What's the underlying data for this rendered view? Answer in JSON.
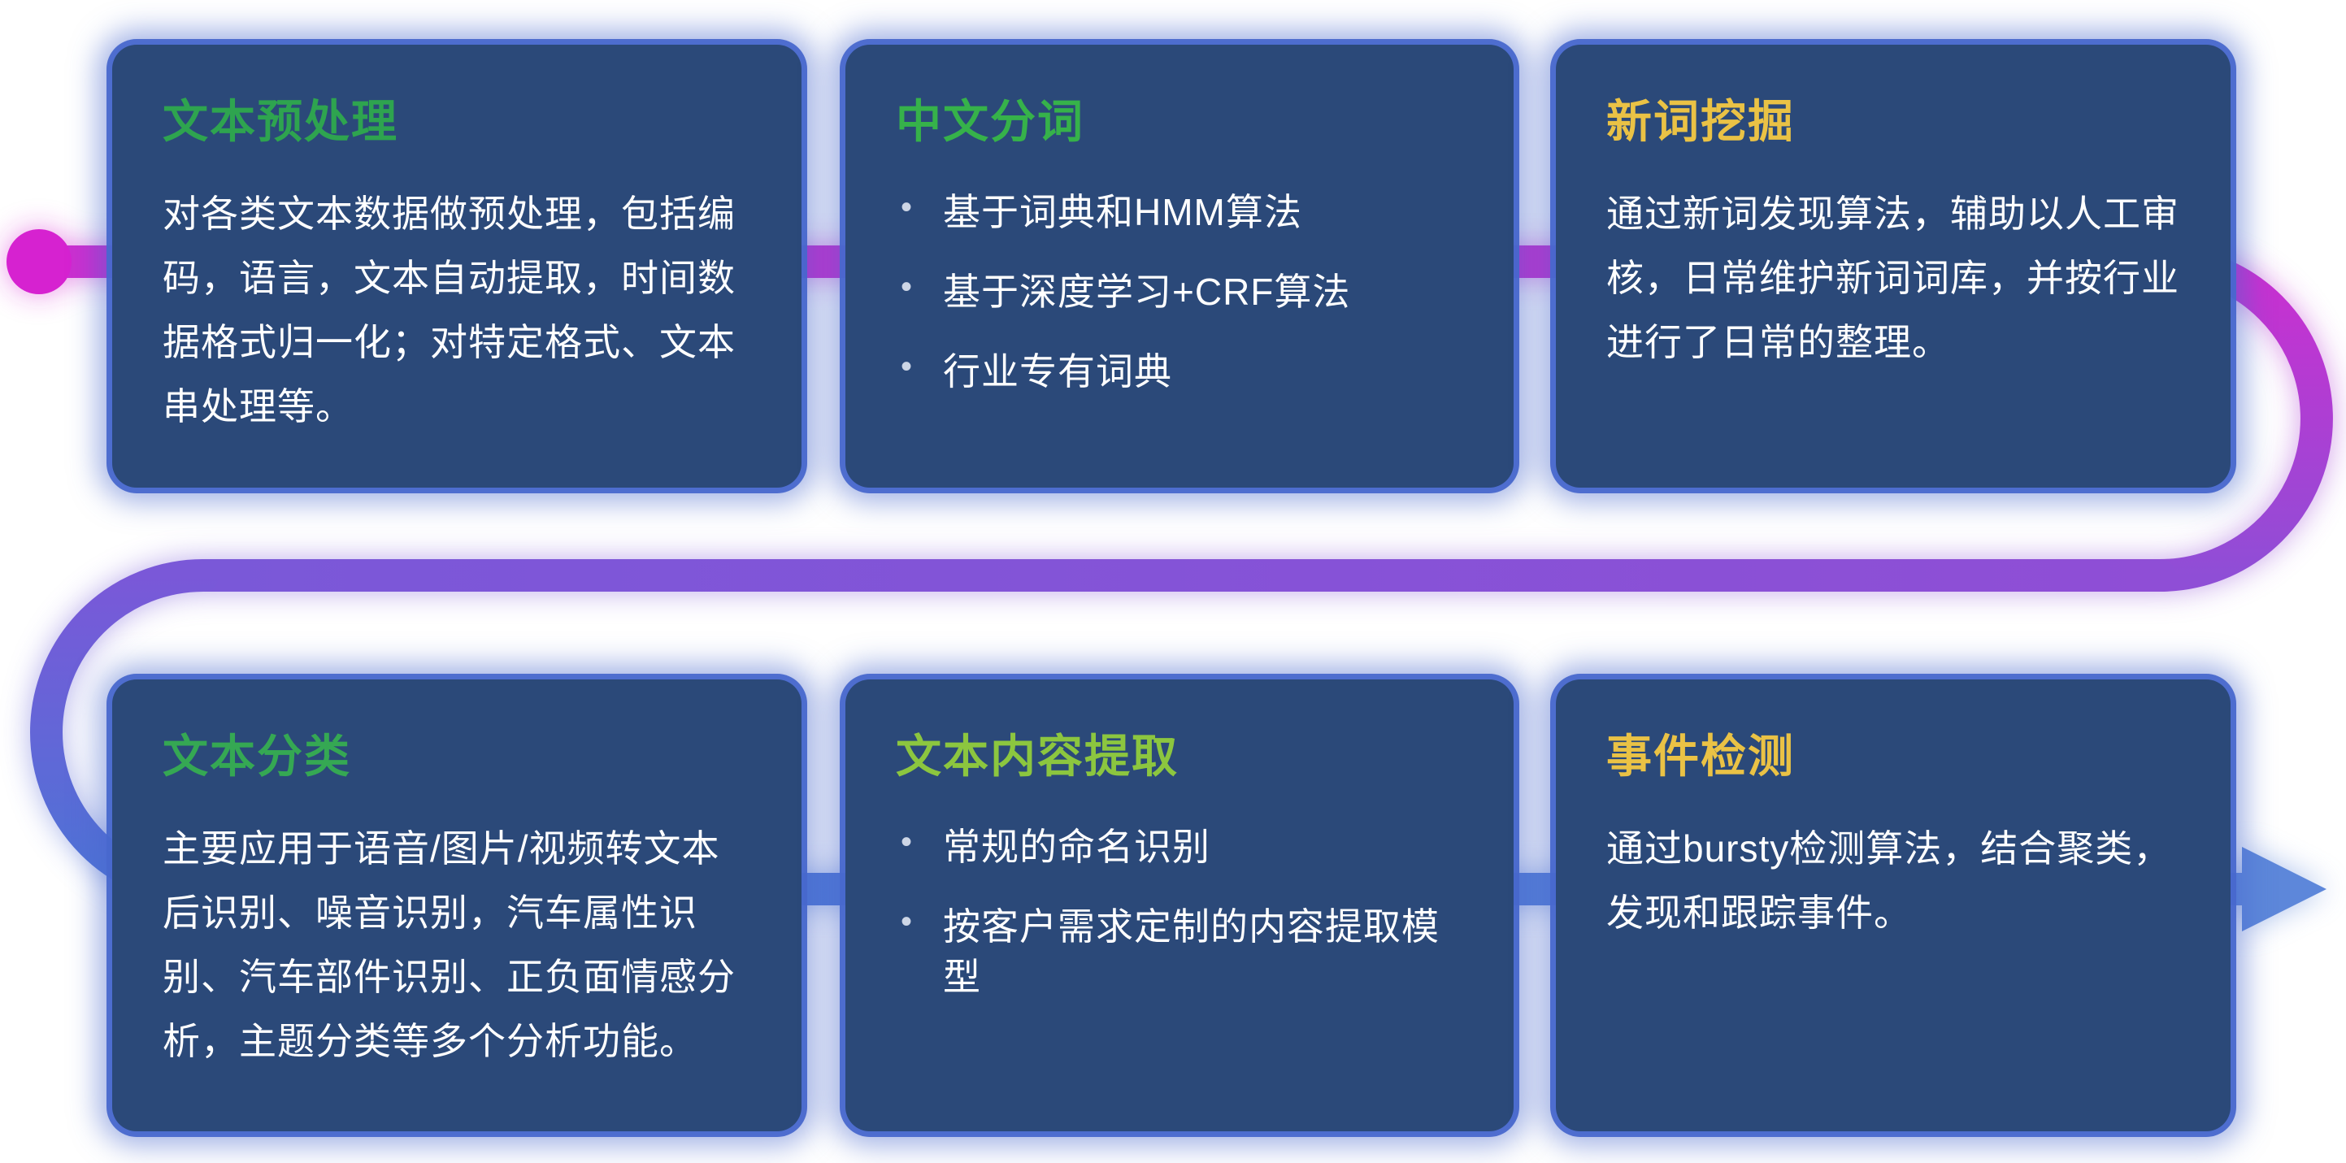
{
  "palette": {
    "card_bg": "#2b4979",
    "card_glow": "#4868ce",
    "flow_start": "#cb2fd0",
    "flow_dot": "#d622d0",
    "flow_mid": "#8f4ed6",
    "flow_mid2": "#7a58d8",
    "flow_end": "#4c74d6",
    "flow_arrow": "#5d87da",
    "body_text": "#ffffff"
  },
  "cards": [
    {
      "id": "text-preprocessing",
      "title": "文本预处理",
      "title_color": "#2ea44f",
      "body": "对各类文本数据做预处理，包括编码，语言，文本自动提取，时间数据格式归一化；对特定格式、文本串处理等。"
    },
    {
      "id": "chinese-word-segmentation",
      "title": "中文分词",
      "title_color": "#36b24a",
      "bullets": [
        "基于词典和HMM算法",
        "基于深度学习+CRF算法",
        "行业专有词典"
      ]
    },
    {
      "id": "new-word-mining",
      "title": "新词挖掘",
      "title_color": "#eac245",
      "body": "通过新词发现算法，辅助以人工审核，日常维护新词词库，并按行业进行了日常的整理。"
    },
    {
      "id": "text-classification",
      "title": "文本分类",
      "title_color": "#35a853",
      "body": "主要应用于语音/图片/视频转文本后识别、噪音识别，汽车属性识别、汽车部件识别、正负面情感分析，主题分类等多个分析功能。"
    },
    {
      "id": "text-content-extraction",
      "title": "文本内容提取",
      "title_color": "#8cc63f",
      "bullets": [
        "常规的命名识别",
        "按客户需求定制的内容提取模型"
      ]
    },
    {
      "id": "event-detection",
      "title": "事件检测",
      "title_color": "#eac245",
      "body": "通过bursty检测算法，结合聚类，发现和跟踪事件。"
    }
  ]
}
